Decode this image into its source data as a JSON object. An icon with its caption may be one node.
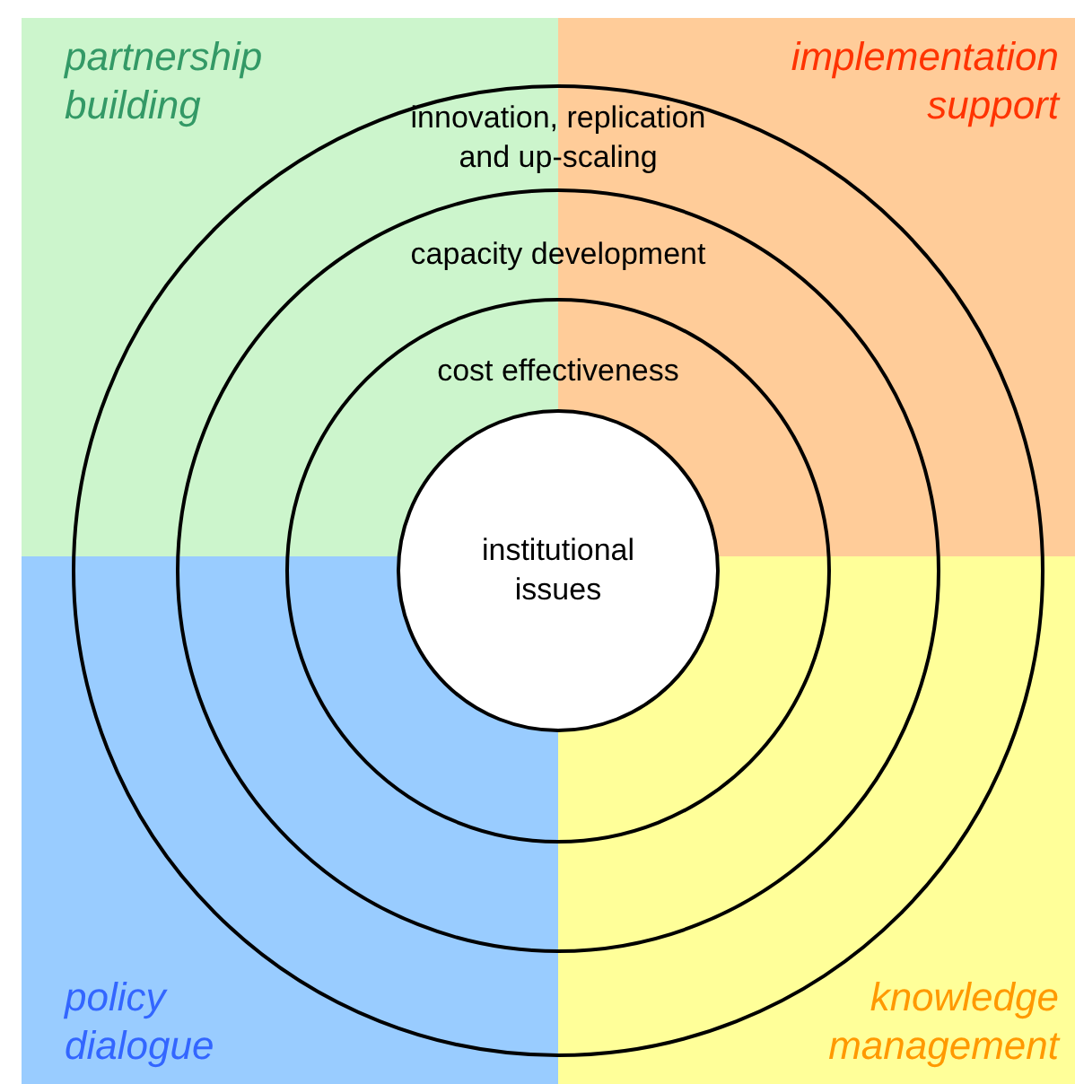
{
  "diagram": {
    "nodes": [
      {
        "text": [
          "partnership building"
        ]
      },
      {
        "text": [
          "implementation support"
        ]
      },
      {
        "text": [
          "policy dialogue"
        ]
      },
      {
        "text": [
          "knowledge management"
        ]
      },
      {
        "text": [
          "innovation, replication and up-scaling"
        ]
      },
      {
        "text": [
          "capacity development"
        ],
        "in": 4
      },
      {
        "text": [
          "cost effectiveness"
        ],
        "in": 5
      },
      {
        "text": [
          "institutional issues"
        ],
        "in": 6
      }
    ],
    "edges": []
  }
}
